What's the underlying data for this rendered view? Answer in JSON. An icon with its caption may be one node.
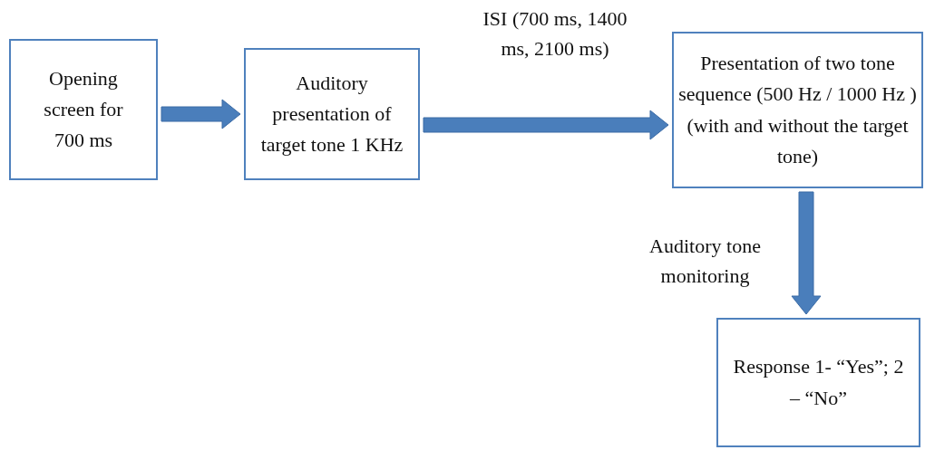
{
  "diagram": {
    "nodes": [
      {
        "text": [
          "Opening screen for 700 ms"
        ]
      },
      {
        "text": [
          "Auditory presentation of  target tone 1 KHz"
        ]
      },
      {
        "text": [
          "Presentation of two tone sequence  (500 Hz / 1000 Hz )(with and without the target tone)"
        ]
      },
      {
        "text": [
          "Response 1- “Yes”; 2 – “No”"
        ]
      }
    ],
    "edges": [
      {
        "from": 0,
        "to": 1,
        "arrow": "to"
      },
      {
        "from": 1,
        "to": 2,
        "arrow": "to",
        "label": "ISI (700 ms, 1400 ms, 2100 ms)"
      },
      {
        "from": 2,
        "to": 3,
        "arrow": "to",
        "label": "Auditory tone monitoring"
      }
    ]
  }
}
